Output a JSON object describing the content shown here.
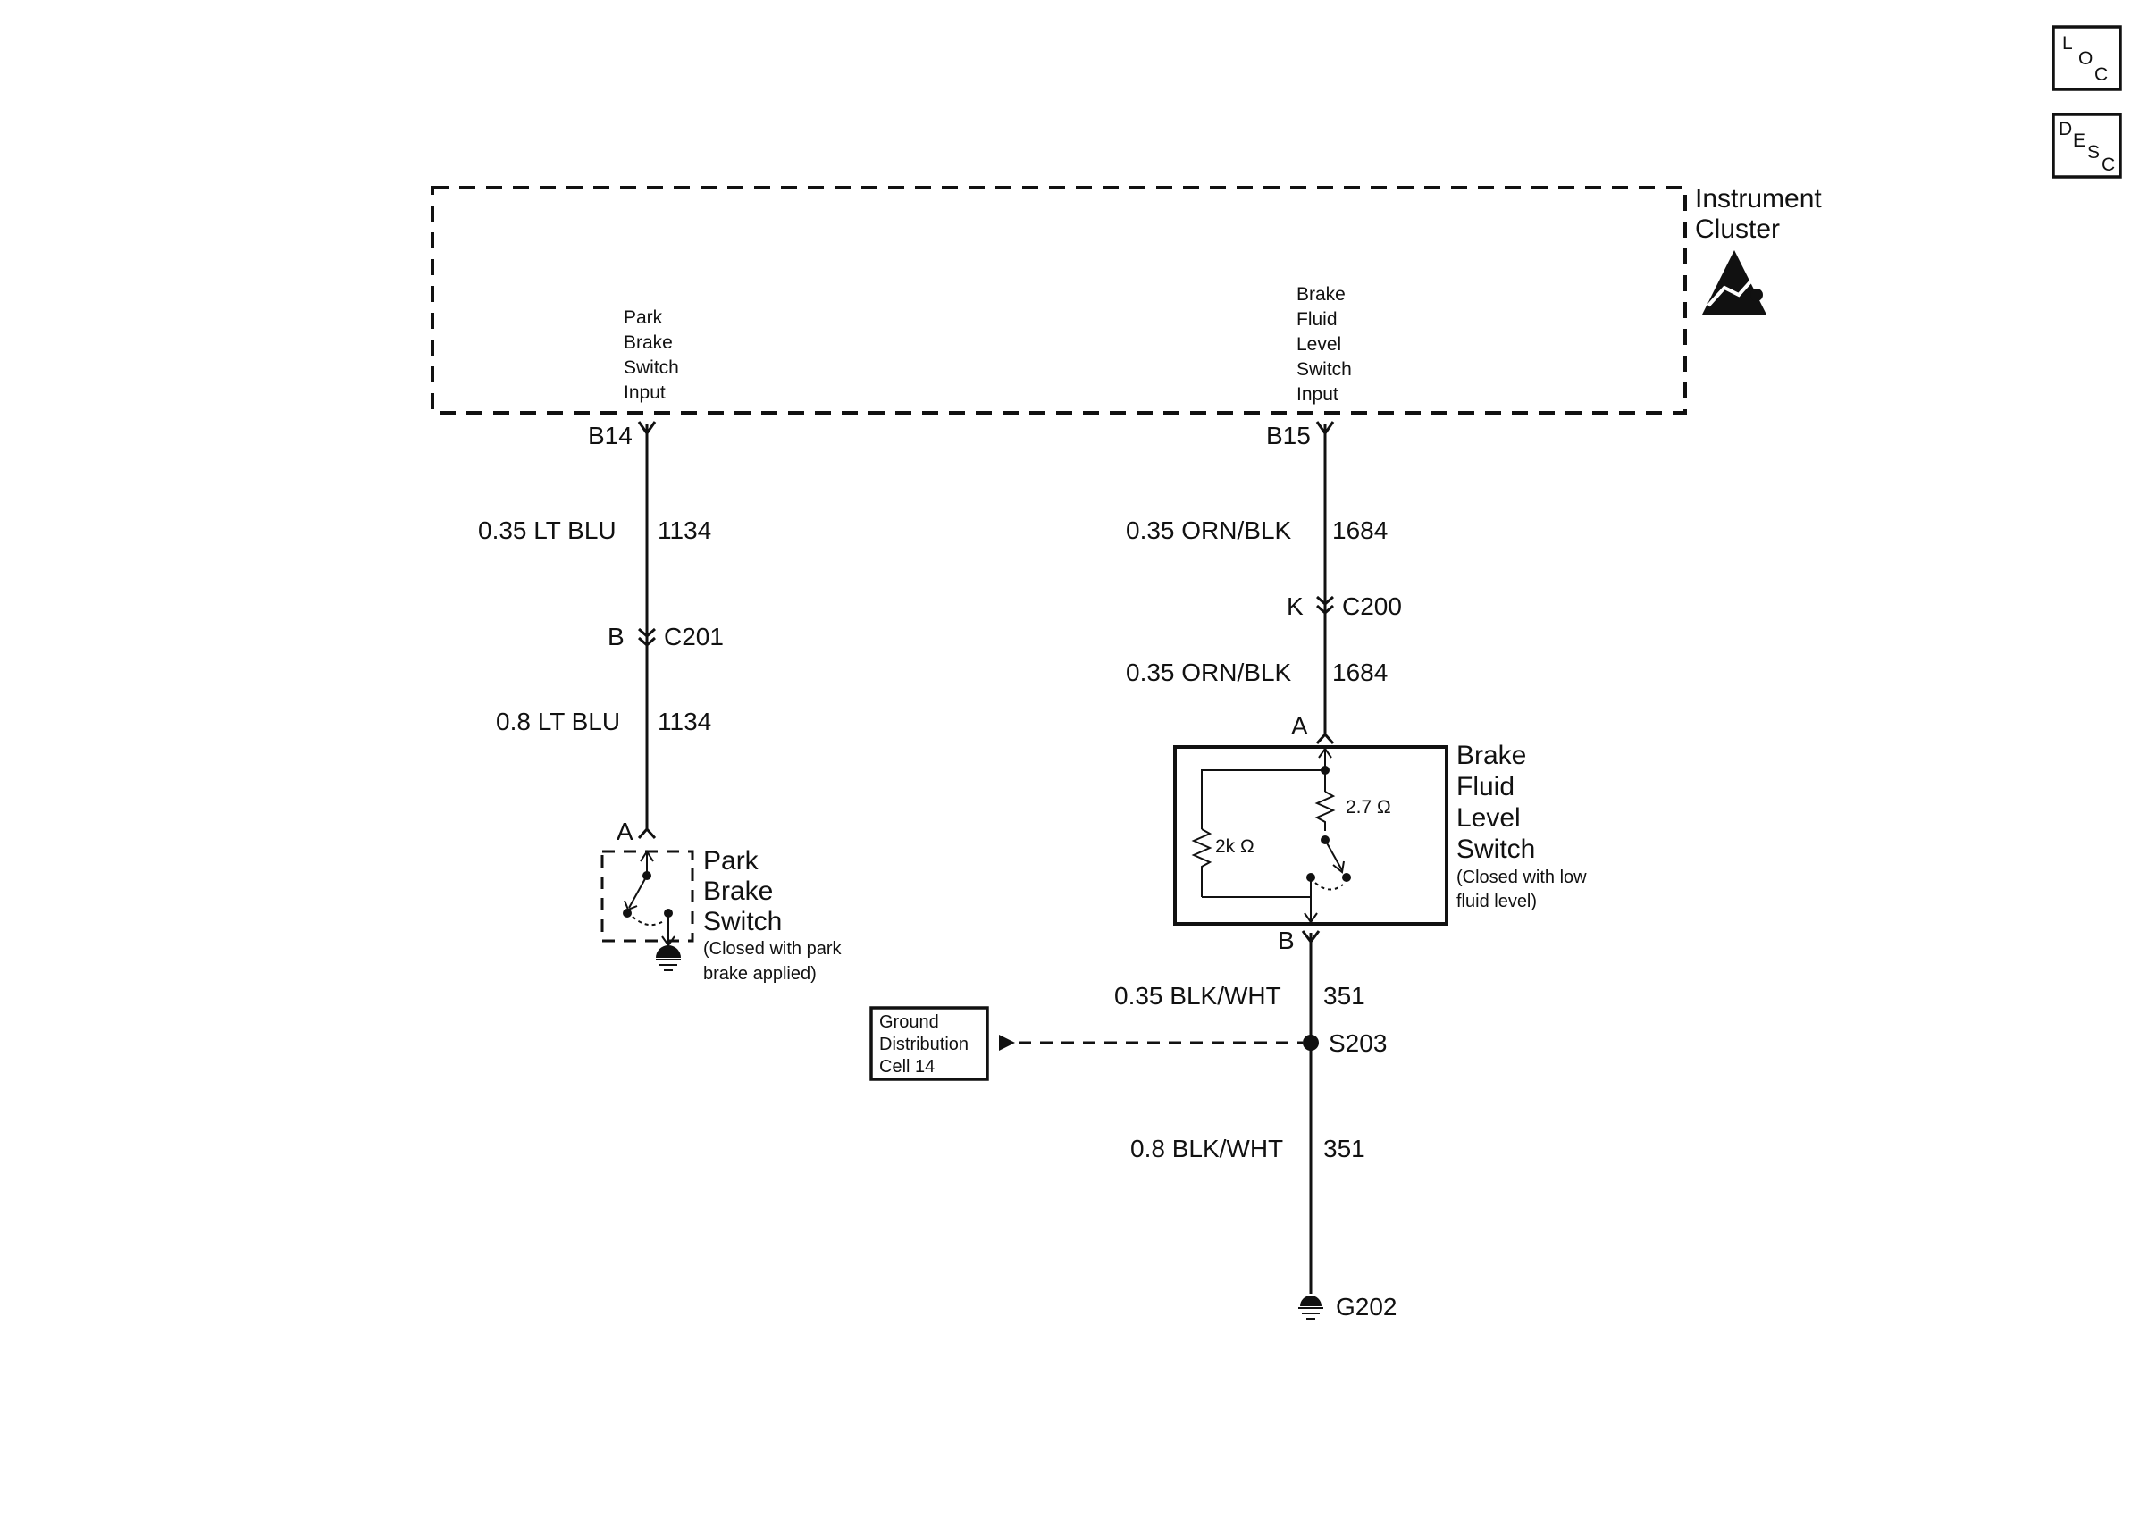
{
  "buttons": {
    "loc": [
      "L",
      "O",
      "C"
    ],
    "desc": [
      "D",
      "E",
      "S",
      "C"
    ]
  },
  "instrument_cluster": {
    "label_lines": [
      "Instrument",
      "Cluster"
    ],
    "esd_icon": "esd-warning-icon",
    "park_input_lines": [
      "Park",
      "Brake",
      "Switch",
      "Input"
    ],
    "fluid_input_lines": [
      "Brake",
      "Fluid",
      "Level",
      "Switch",
      "Input"
    ]
  },
  "left_circuit": {
    "pin_top": "B14",
    "wire1_spec": "0.35 LT BLU",
    "wire1_circuit": "1134",
    "connector_pin": "B",
    "connector": "C201",
    "wire2_spec": "0.8 LT BLU",
    "wire2_circuit": "1134",
    "switch_pin": "A",
    "switch_name_lines": [
      "Park",
      "Brake",
      "Switch"
    ],
    "switch_note_lines": [
      "(Closed with park",
      "brake applied)"
    ]
  },
  "right_circuit": {
    "pin_top": "B15",
    "wire1_spec": "0.35 ORN/BLK",
    "wire1_circuit": "1684",
    "connector_pin": "K",
    "connector": "C200",
    "wire2_spec": "0.35 ORN/BLK",
    "wire2_circuit": "1684",
    "switch_pin_top": "A",
    "switch_pin_bottom": "B",
    "resistor1": "2.7 Ω",
    "resistor2": "2k Ω",
    "switch_name_lines": [
      "Brake",
      "Fluid",
      "Level",
      "Switch"
    ],
    "switch_note_lines": [
      "(Closed with low",
      "fluid level)"
    ],
    "wire3_spec": "0.35 BLK/WHT",
    "wire3_circuit": "351",
    "splice": "S203",
    "wire4_spec": "0.8 BLK/WHT",
    "wire4_circuit": "351",
    "ground": "G202"
  },
  "ground_distribution": {
    "lines": [
      "Ground",
      "Distribution",
      "Cell 14"
    ]
  }
}
